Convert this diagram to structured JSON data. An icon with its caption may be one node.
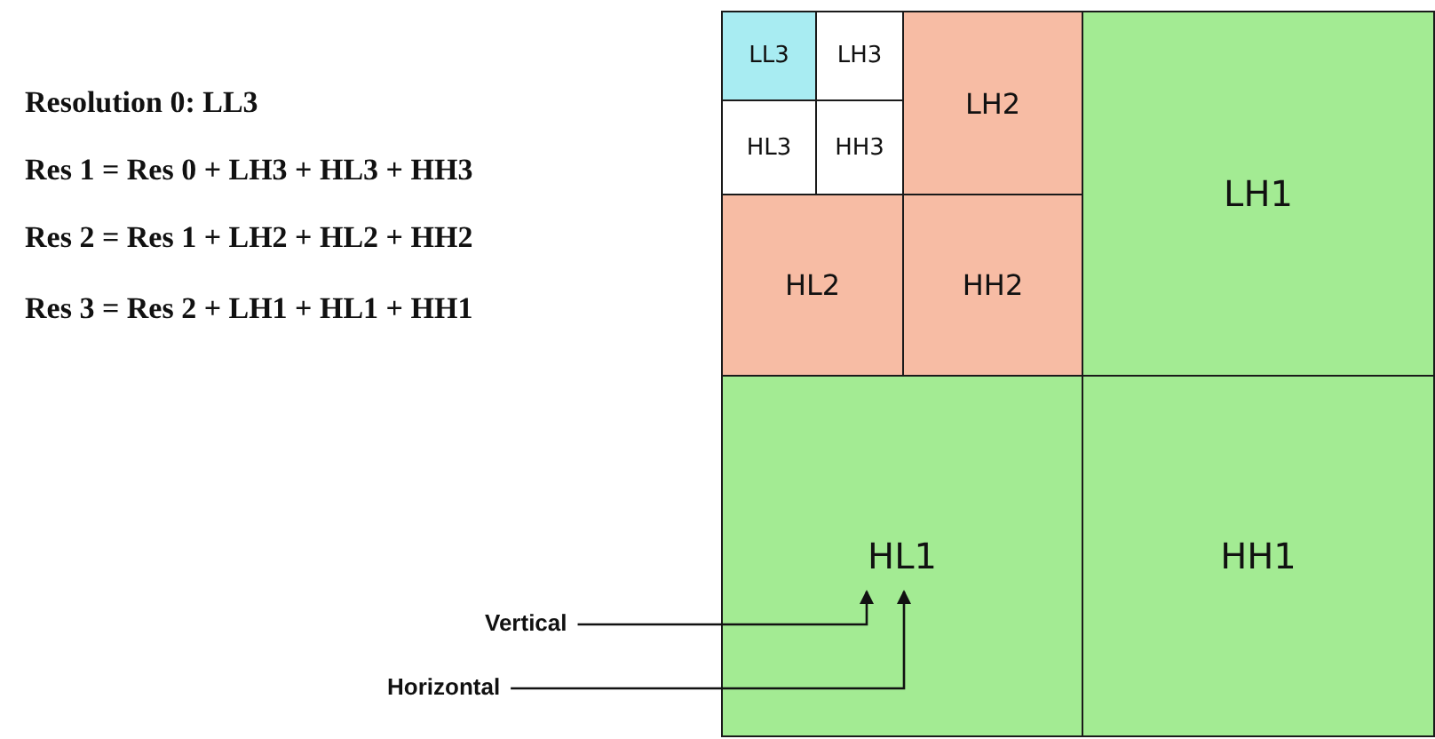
{
  "diagram": {
    "nodes": [
      {
        "text": [
          "LL3"
        ]
      },
      {
        "text": [
          "LH3"
        ]
      },
      {
        "text": [
          "HL3"
        ]
      },
      {
        "text": [
          "HH3"
        ]
      },
      {
        "text": [
          "LH2"
        ]
      },
      {
        "text": [
          "HL2"
        ]
      },
      {
        "text": [
          "HH2"
        ]
      },
      {
        "text": [
          "LH1"
        ]
      },
      {
        "text": [
          "HL1"
        ]
      },
      {
        "text": [
          "HH1"
        ]
      },
      {
        "text": [
          "Vertical"
        ]
      },
      {
        "text": [
          "Horizontal"
        ]
      }
    ],
    "edges": [
      {
        "from": 10,
        "to": 8,
        "arrow": "to"
      },
      {
        "from": 11,
        "to": 8,
        "arrow": "to"
      }
    ],
    "labels": [
      "Resolution 0: LL3",
      "Res 1 = Res 0 + LH3 + HL3 + HH3",
      "Res 2 = Res 1 + LH2 + HL2 + HH2",
      "Res 3 = Res 2 + LH1 + HL1 + HH1"
    ]
  }
}
